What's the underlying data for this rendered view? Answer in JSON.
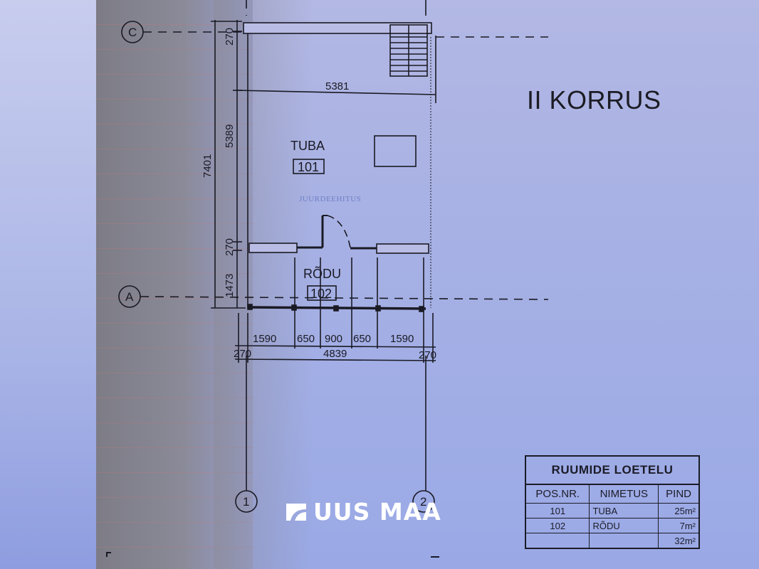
{
  "floor_title": "II KORRUS",
  "axes": {
    "rows": [
      "C",
      "A"
    ],
    "cols": [
      "1",
      "2"
    ]
  },
  "dimensions": {
    "top_width": "5381",
    "left_total": "7401",
    "left_room": "5389",
    "left_wall_top": "270",
    "left_wall_mid": "270",
    "left_balcony": "1473",
    "bottom_segments": [
      "1590",
      "650",
      "900",
      "650",
      "1590"
    ],
    "bottom_total": "4839",
    "bottom_wall_left": "270",
    "bottom_wall_right": "270"
  },
  "rooms": [
    {
      "name": "TUBA",
      "number": "101"
    },
    {
      "name": "RÕDU",
      "number": "102"
    }
  ],
  "stamp_text": "JUURDEEHITUS",
  "room_list": {
    "title": "RUUMIDE LOETELU",
    "headers": [
      "POS.NR.",
      "NIMETUS",
      "PIND"
    ],
    "rows": [
      {
        "pos": "101",
        "name": "TUBA",
        "area": "25m²"
      },
      {
        "pos": "102",
        "name": "RÕDU",
        "area": "7m²"
      },
      {
        "pos": "",
        "name": "",
        "area": "32m²"
      }
    ]
  },
  "logo": {
    "text": "UUS MAA",
    "color": "#ffffff"
  },
  "colors": {
    "paper": "#a7b1e4",
    "ink": "#1a1a24",
    "shadow": "#85848f"
  }
}
